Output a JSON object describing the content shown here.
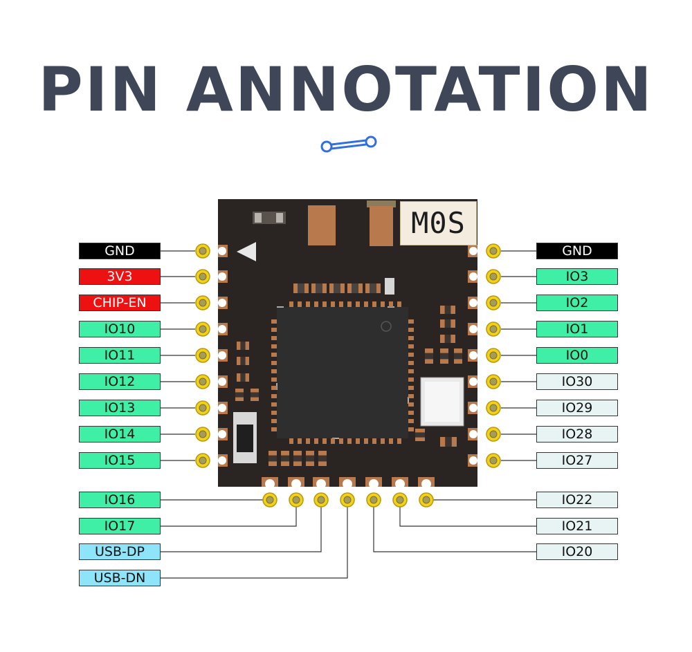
{
  "title": "PIN ANNOTATION",
  "module_marking": "M0S",
  "colors": {
    "title": "#3e4658",
    "accent": "#2f6fe0",
    "gnd": "#000000",
    "power": "#ee1111",
    "io": "#3fefa6",
    "io_secondary": "#e8f4f4",
    "usb": "#8ee4f8",
    "pcb": "#2a2523"
  },
  "left_pins": [
    {
      "label": "GND",
      "kind": "gnd"
    },
    {
      "label": "3V3",
      "kind": "pwr"
    },
    {
      "label": "CHIP-EN",
      "kind": "pwr"
    },
    {
      "label": "IO10",
      "kind": "io"
    },
    {
      "label": "IO11",
      "kind": "io"
    },
    {
      "label": "IO12",
      "kind": "io"
    },
    {
      "label": "IO13",
      "kind": "io"
    },
    {
      "label": "IO14",
      "kind": "io"
    },
    {
      "label": "IO15",
      "kind": "io"
    }
  ],
  "right_pins": [
    {
      "label": "GND",
      "kind": "gnd"
    },
    {
      "label": "IO3",
      "kind": "io"
    },
    {
      "label": "IO2",
      "kind": "io"
    },
    {
      "label": "IO1",
      "kind": "io"
    },
    {
      "label": "IO0",
      "kind": "io"
    },
    {
      "label": "IO30",
      "kind": "pale"
    },
    {
      "label": "IO29",
      "kind": "pale"
    },
    {
      "label": "IO28",
      "kind": "pale"
    },
    {
      "label": "IO27",
      "kind": "pale"
    }
  ],
  "bottom_left_pins": [
    {
      "label": "IO16",
      "kind": "io"
    },
    {
      "label": "IO17",
      "kind": "io"
    },
    {
      "label": "USB-DP",
      "kind": "usb"
    },
    {
      "label": "USB-DN",
      "kind": "usb"
    }
  ],
  "bottom_right_pins": [
    {
      "label": "IO22",
      "kind": "pale"
    },
    {
      "label": "IO21",
      "kind": "pale"
    },
    {
      "label": "IO20",
      "kind": "pale"
    }
  ]
}
